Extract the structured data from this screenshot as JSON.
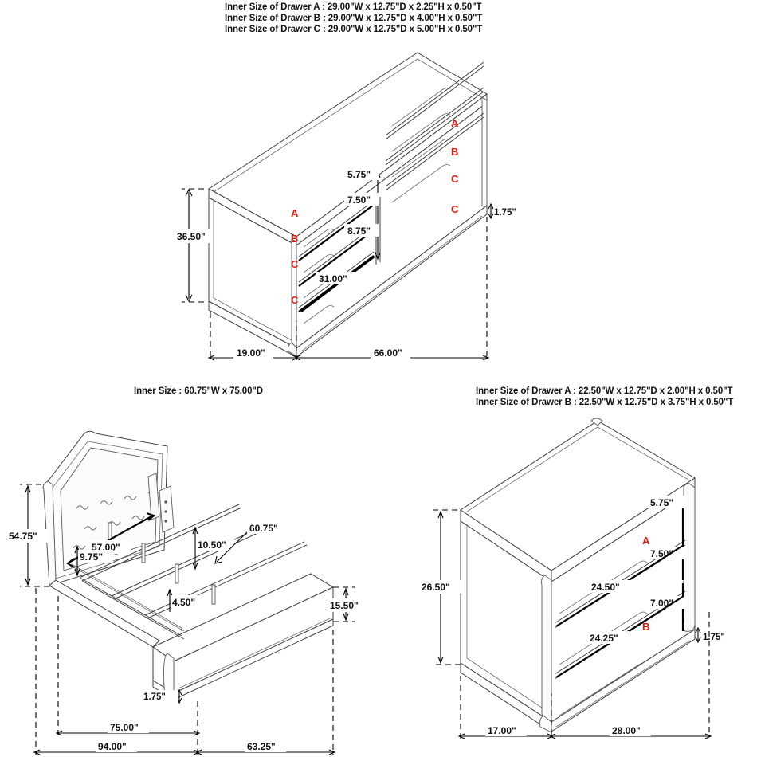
{
  "page": {
    "background": "#ffffff",
    "label_color": "#e01c12",
    "line_color": "#3f3f3f"
  },
  "dresser": {
    "specs": [
      "Inner Size of Drawer A : 29.00\"W x 12.75\"D x 2.25\"H x 0.50\"T",
      "Inner Size of Drawer B : 29.00\"W x 12.75\"D x 4.00\"H x 0.50\"T",
      "Inner Size of Drawer C : 29.00\"W x 12.75\"D x 5.00\"H x 0.50\"T"
    ],
    "drawer_labels_left": [
      "A",
      "B",
      "C",
      "C"
    ],
    "drawer_labels_right": [
      "A",
      "B",
      "C",
      "C"
    ],
    "dimensions": {
      "height": "36.50\"",
      "depth": "19.00\"",
      "width": "66.00\"",
      "base": "1.75\"",
      "drawer_a_height": "5.75\"",
      "drawer_b_height": "7.50\"",
      "drawer_c_height": "8.75\"",
      "drawer_width": "31.00\""
    }
  },
  "bed": {
    "specs": [
      "Inner Size : 60.75\"W x 75.00\"D"
    ],
    "dimensions": {
      "headboard_height": "54.75\"",
      "rail_length": "57.00\"",
      "rail_drop": "9.75\"",
      "deck_clearance": "10.50\"",
      "inner_width": "60.75\"",
      "slat_height": "4.50\"",
      "footboard_height": "15.50\"",
      "base": "1.75\"",
      "inner_depth": "75.00\"",
      "overall_depth": "94.00\"",
      "overall_width": "63.25\""
    }
  },
  "nightstand": {
    "specs": [
      "Inner Size of Drawer A : 22.50\"W x 12.75\"D x 2.00\"H x 0.50\"T",
      "Inner Size of Drawer B : 22.50\"W x 12.75\"D x 3.75\"H x 0.50\"T"
    ],
    "drawer_labels": [
      "A",
      "B"
    ],
    "dimensions": {
      "height": "26.50\"",
      "depth": "17.00\"",
      "width": "28.00\"",
      "base": "1.75\"",
      "drawer_a_height": "5.75\"",
      "drawer_a_width": "24.50\"",
      "drawer_a_front": "7.50\"",
      "drawer_b_height": "7.00\"",
      "drawer_b_width": "24.25\""
    }
  }
}
